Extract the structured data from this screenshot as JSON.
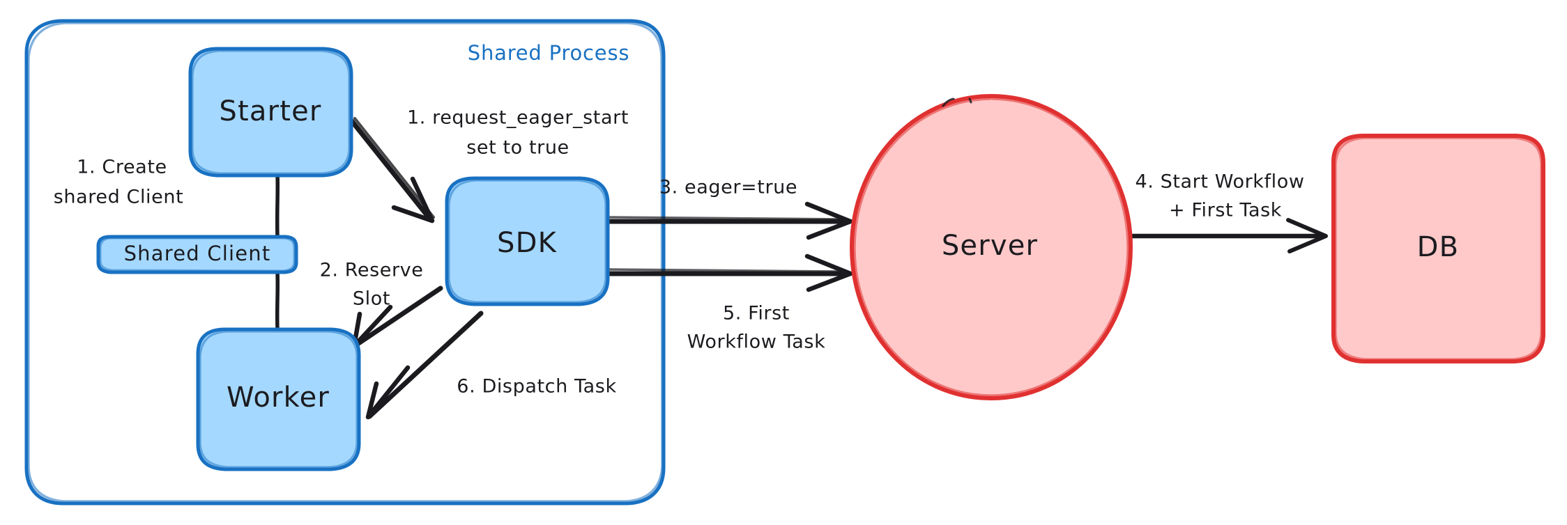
{
  "diagram": {
    "title": "Eager Workflow Start sequence",
    "colors": {
      "blue_stroke": "#1971c2",
      "blue_fill": "#a5d8ff",
      "red_stroke": "#e03131",
      "red_fill": "#ffc9c9",
      "ink": "#1b1b1f",
      "background": "#ffffff"
    },
    "group": {
      "label": "Shared Process"
    },
    "nodes": [
      {
        "id": "starter",
        "label": "Starter",
        "shape": "rounded-rect",
        "color": "blue"
      },
      {
        "id": "shared-client",
        "label": "Shared Client",
        "shape": "rounded-rect",
        "color": "blue"
      },
      {
        "id": "worker",
        "label": "Worker",
        "shape": "rounded-rect",
        "color": "blue"
      },
      {
        "id": "sdk",
        "label": "SDK",
        "shape": "rounded-rect",
        "color": "blue"
      },
      {
        "id": "server",
        "label": "Server",
        "shape": "ellipse",
        "color": "red"
      },
      {
        "id": "db",
        "label": "DB",
        "shape": "rounded-rect",
        "color": "red"
      }
    ],
    "edges": [
      {
        "id": "create-shared-client",
        "from": "starter",
        "to": "shared-client",
        "label_lines": [
          "1. Create",
          "shared Client"
        ],
        "arrow": false
      },
      {
        "id": "request-eager-start",
        "from": "starter",
        "to": "sdk",
        "label_lines": [
          "1. request_eager_start",
          "set to true"
        ],
        "arrow": true
      },
      {
        "id": "reserve-slot",
        "from": "sdk",
        "to": "worker",
        "label_lines": [
          "2. Reserve",
          "Slot"
        ],
        "arrow": true
      },
      {
        "id": "eager-true",
        "from": "sdk",
        "to": "server",
        "label_lines": [
          "3. eager=true"
        ],
        "arrow": true
      },
      {
        "id": "start-workflow-first-task",
        "from": "server",
        "to": "db",
        "label_lines": [
          "4. Start Workflow",
          "+ First Task"
        ],
        "arrow": true
      },
      {
        "id": "first-workflow-task",
        "from": "server",
        "to": "sdk",
        "label_lines": [
          "5. First",
          "Workflow Task"
        ],
        "arrow": true
      },
      {
        "id": "dispatch-task",
        "from": "sdk",
        "to": "worker",
        "label_lines": [
          "6. Dispatch Task"
        ],
        "arrow": true
      },
      {
        "id": "shared-client-worker",
        "from": "shared-client",
        "to": "worker",
        "label_lines": [],
        "arrow": false
      }
    ]
  }
}
